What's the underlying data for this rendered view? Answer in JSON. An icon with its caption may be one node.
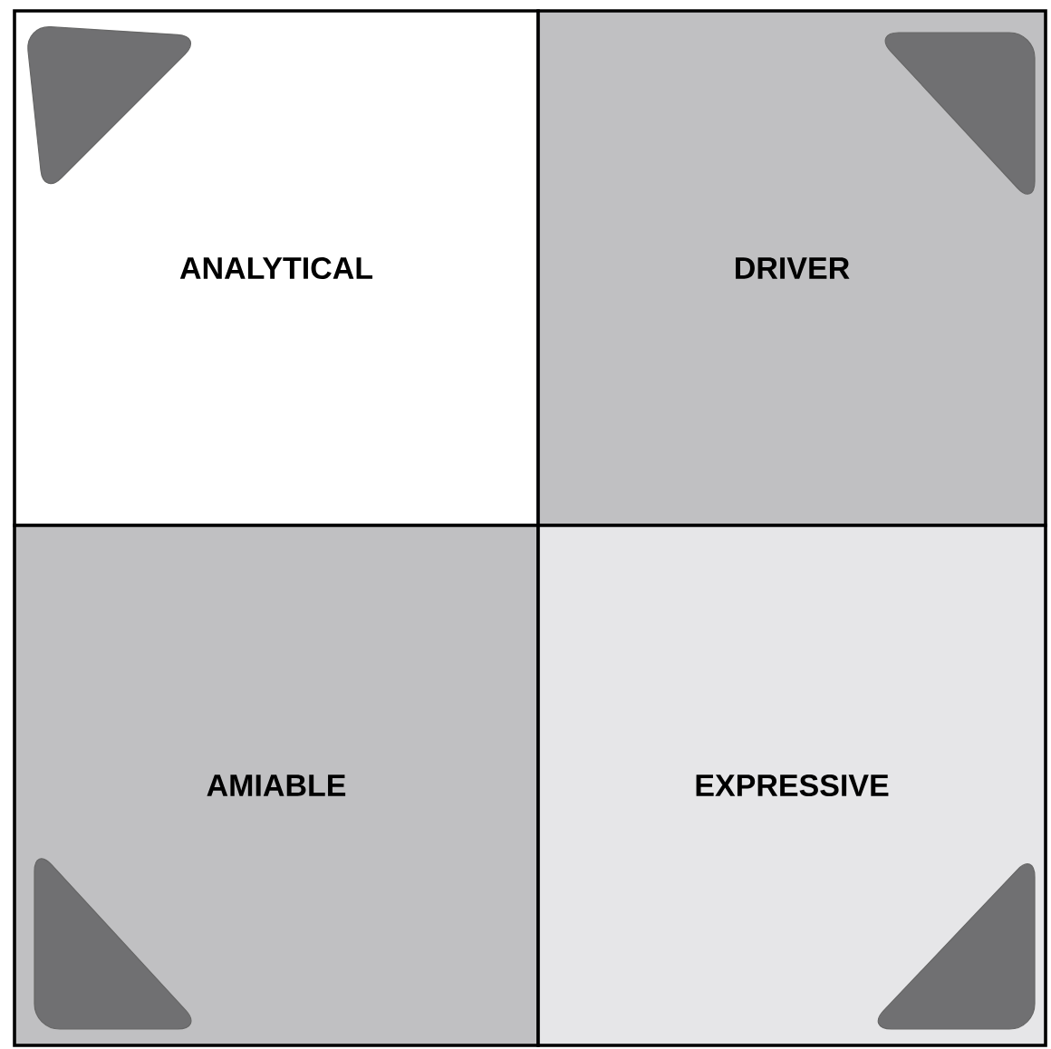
{
  "diagram": {
    "nodes": [
      {
        "text": [
          "ANALYTICAL"
        ]
      },
      {
        "text": [
          "DRIVER"
        ]
      },
      {
        "text": [
          "AMIABLE"
        ]
      },
      {
        "text": [
          "EXPRESSIVE"
        ]
      }
    ]
  }
}
